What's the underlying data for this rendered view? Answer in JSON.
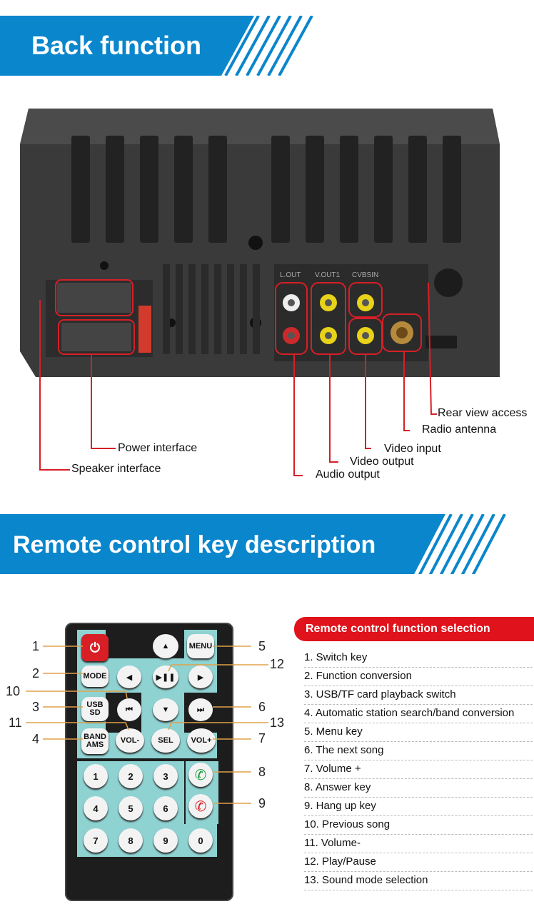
{
  "back": {
    "title": "Back function",
    "jacks": {
      "lout": "L.OUT",
      "vout": "V.OUT1",
      "cvbsin": "CVBSIN"
    },
    "labels": {
      "rear_view": "Rear view access",
      "radio": "Radio antenna",
      "video_input": "Video input",
      "power": "Power interface",
      "video_output": "Video output",
      "speaker": "Speaker interface",
      "audio_output": "Audio output"
    }
  },
  "remote": {
    "title": "Remote control key description",
    "callouts": [
      "1",
      "2",
      "10",
      "3",
      "11",
      "4",
      "5",
      "12",
      "6",
      "13",
      "7",
      "8",
      "9"
    ],
    "keys": {
      "mode": "MODE",
      "usb": "USB",
      "sd": "SD",
      "band": "BAND",
      "ams": "AMS",
      "menu": "MENU",
      "vol_minus": "VOL-",
      "sel": "SEL",
      "vol_plus": "VOL+",
      "digits": [
        "1",
        "2",
        "3",
        "4",
        "5",
        "6",
        "7",
        "8",
        "9",
        "0"
      ]
    }
  },
  "selection": {
    "header": "Remote control function selection",
    "items": [
      "1. Switch key",
      "2. Function conversion",
      "3. USB/TF card playback switch",
      "4. Automatic station search/band conversion",
      "5. Menu key",
      "6. The next song",
      "7. Volume +",
      "8. Answer key",
      "9. Hang up key",
      "10. Previous song",
      "11. Volume-",
      "12. Play/Pause",
      "13. Sound mode selection"
    ]
  },
  "colors": {
    "banner": "#0a86cc",
    "header_red": "#e0121b",
    "callout_line": "#d81f26",
    "keypad_teal": "#8fd2d2"
  }
}
